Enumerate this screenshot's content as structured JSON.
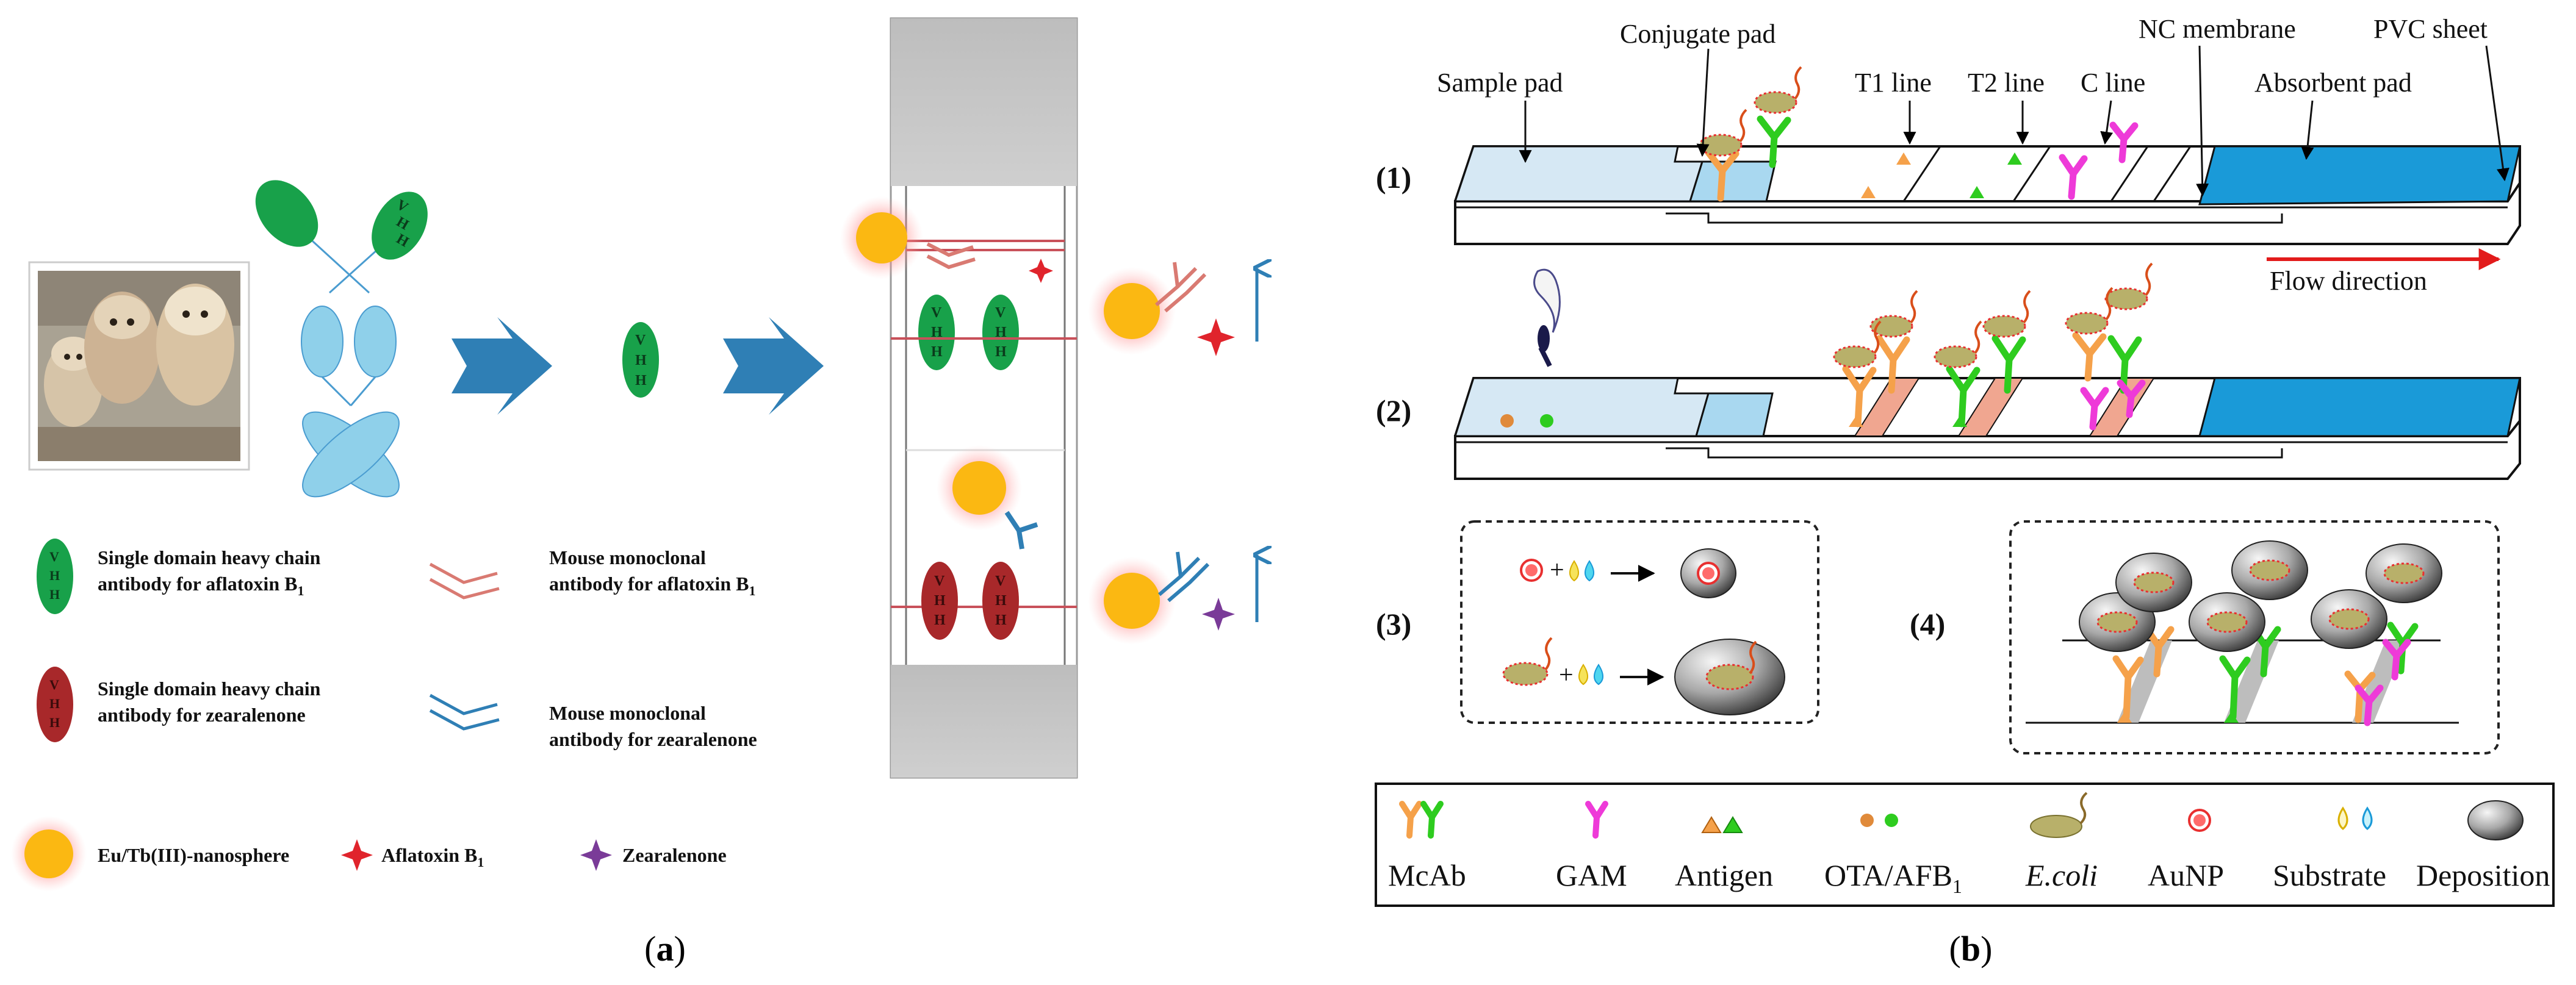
{
  "panel_a": {
    "caption": "(a)",
    "legend": {
      "vhh_aflatoxin": "Single domain heavy chain antibody for aflatoxin B",
      "vhh_zearalenone": "Single domain heavy chain antibody for zearalenone",
      "mab_aflatoxin": "Mouse monoclonal antibody for aflatoxin B",
      "mab_zearalenone": "Mouse monoclonal antibody for zearalenone",
      "nanosphere": "Eu/Tb(III)-nanosphere",
      "aflatoxin": "Aflatoxin B",
      "zearalenone": "Zearalenone",
      "subscript": "1"
    },
    "vhh_letters": [
      "V",
      "H",
      "H"
    ],
    "colors": {
      "vhh_aflatoxin": "#18a14a",
      "vhh_zearalenone": "#a8282a",
      "mab_aflatoxin": "#d97a72",
      "mab_zearalenone": "#2f7fb5",
      "nanosphere": "#fbb812",
      "arrow": "#2f7fb5",
      "antibody": "#8fd0ea",
      "aflatoxin_star": "#e0242c",
      "zearalenone_star": "#7a3b98"
    }
  },
  "panel_b": {
    "caption": "(b)",
    "step_labels": [
      "(1)",
      "(2)",
      "(3)",
      "(4)"
    ],
    "strip_labels": {
      "sample_pad": "Sample pad",
      "conjugate_pad": "Conjugate pad",
      "t1_line": "T1 line",
      "t2_line": "T2 line",
      "c_line": "C line",
      "nc_membrane": "NC membrane",
      "absorbent_pad": "Absorbent pad",
      "pvc_sheet": "PVC sheet",
      "flow_direction": "Flow direction"
    },
    "legend": {
      "mcab": "McAb",
      "gam": "GAM",
      "antigen": "Antigen",
      "ota_afb": "OTA/AFB",
      "ota_afb_sub": "1",
      "ecoli": "E.coli",
      "aunp": "AuNP",
      "substrate": "Substrate",
      "deposition": "Deposition"
    },
    "colors": {
      "sample_pad": "#d6e8f4",
      "conjugate_pad": "#a9d8f0",
      "absorbent_pad": "#1a9ad8",
      "mcab_orange": "#f5a14a",
      "mcab_green": "#2ecc1f",
      "gam": "#ee3ad8",
      "aunp": "#e83030",
      "substrate_yellow": "#f6e35a",
      "substrate_cyan": "#4fd6ef",
      "ecoli": "#b8b06a",
      "flow_arrow": "#e21b1b"
    }
  }
}
